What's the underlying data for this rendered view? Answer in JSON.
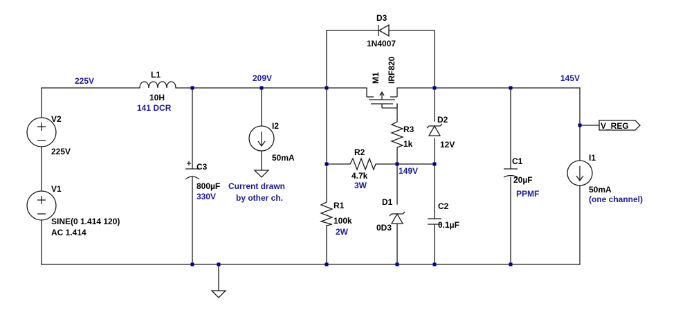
{
  "net_labels": {
    "n225": "225V",
    "n209": "209V",
    "n145": "145V",
    "n149": "149V"
  },
  "components": {
    "V2": {
      "name": "V2",
      "value": "225V"
    },
    "V1": {
      "name": "V1",
      "value1": "SINE(0 1.414 120)",
      "value2": "AC 1.414"
    },
    "L1": {
      "name": "L1",
      "value": "10H",
      "note": "141 DCR"
    },
    "C3": {
      "name": "C3",
      "value": "800µF",
      "note": "330V"
    },
    "I2": {
      "name": "I2",
      "value": "50mA",
      "note1": "Current drawn",
      "note2": "by other ch."
    },
    "D3": {
      "name": "D3",
      "value": "1N4007"
    },
    "M1": {
      "name": "M1",
      "value": "IRF820"
    },
    "R3": {
      "name": "R3",
      "value": "1k"
    },
    "D2": {
      "name": "D2",
      "value": "12V"
    },
    "R2": {
      "name": "R2",
      "value": "4.7k",
      "note": "3W"
    },
    "R1": {
      "name": "R1",
      "value": "100k",
      "note": "2W"
    },
    "D1": {
      "name": "D1",
      "value": "0D3"
    },
    "C2": {
      "name": "C2",
      "value": "0.1µF"
    },
    "C1": {
      "name": "C1",
      "value": "20µF",
      "note": "PPMF"
    },
    "I1": {
      "name": "I1",
      "value": "50mA",
      "note": "(one channel)"
    }
  },
  "output_port": "V_REG"
}
